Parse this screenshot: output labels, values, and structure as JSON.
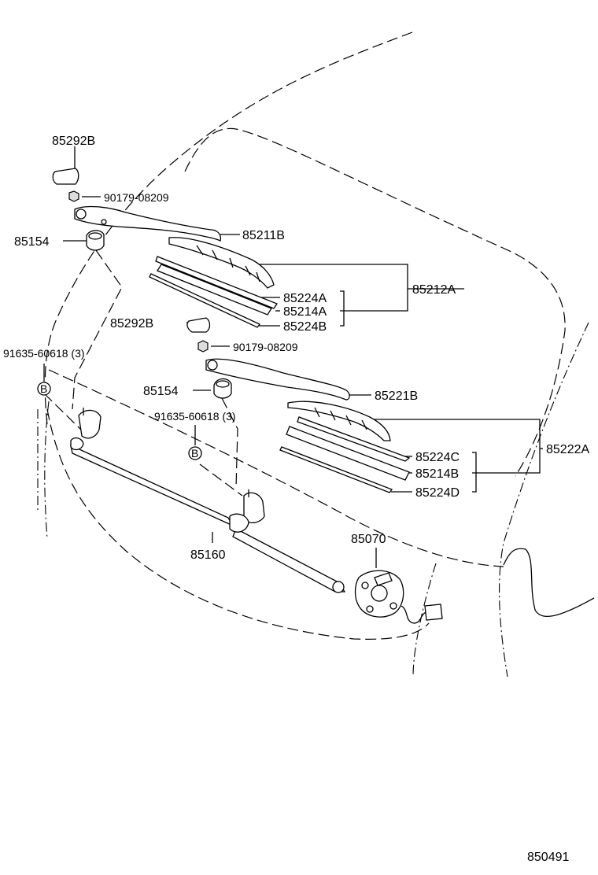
{
  "labels": {
    "p85292B_top": "85292B",
    "p90179_top": "90179-08209",
    "p85154_left": "85154",
    "p85211B": "85211B",
    "p85212A": "85212A",
    "p85224A": "85224A",
    "p85214A": "85214A",
    "p85224B": "85224B",
    "p85292B_mid": "85292B",
    "p90179_mid": "90179-08209",
    "p91635_left": "91635-60618 (3)",
    "p85154_mid": "85154",
    "p85221B": "85221B",
    "p91635_mid": "91635-60618 (3)",
    "p85222A": "85222A",
    "p85224C": "85224C",
    "p85214B": "85214B",
    "p85224D": "85224D",
    "p85070": "85070",
    "p85160": "85160",
    "bolt_letter": "B",
    "diagram_code": "850491"
  }
}
